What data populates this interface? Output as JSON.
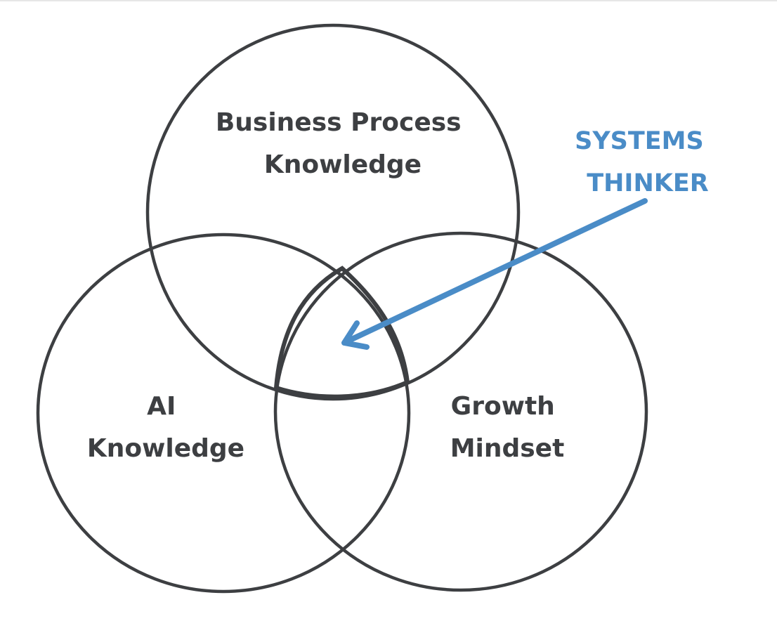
{
  "sets": {
    "business": {
      "line1": "Business Process",
      "line2": "Knowledge"
    },
    "ai": {
      "line1": "AI",
      "line2": "Knowledge"
    },
    "growth": {
      "line1": "Growth",
      "line2": "Mindset"
    }
  },
  "callout": {
    "line1": "SYSTEMS",
    "line2": "THINKER"
  },
  "colors": {
    "outline": "#3d3f42",
    "accent": "#4a8cc7",
    "background": "#ffffff"
  }
}
